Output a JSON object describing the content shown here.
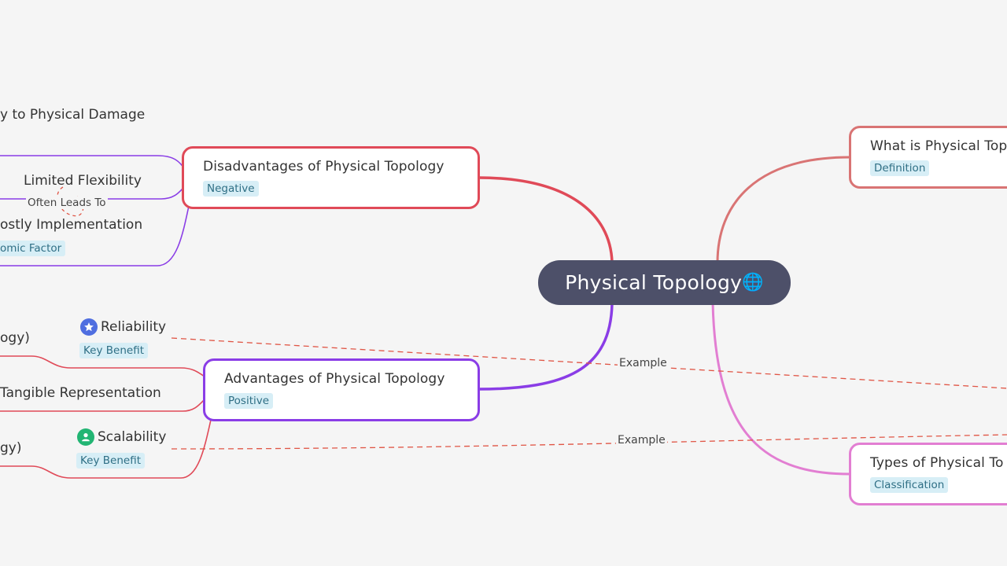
{
  "root": {
    "label": "Physical Topology",
    "emoji": "🌐"
  },
  "nodes": {
    "disadvantages": {
      "title": "Disadvantages of Physical Topology",
      "tag": "Negative"
    },
    "advantages": {
      "title": "Advantages of Physical Topology",
      "tag": "Positive"
    },
    "what_is": {
      "title": "What is Physical Top",
      "tag": "Definition"
    },
    "types": {
      "title": "Types of Physical To",
      "tag": "Classification"
    }
  },
  "leaves": {
    "physical_damage": "y to Physical Damage",
    "limited_flexibility": "Limited Flexibility",
    "costly_implementation": "ostly Implementation",
    "costly_tag": "omic Factor",
    "reliability": "Reliability",
    "reliability_tag": "Key Benefit",
    "ogy_top": "ogy)",
    "tangible": "Tangible Representation",
    "scalability": "Scalability",
    "scalability_tag": "Key Benefit",
    "ogy_bottom": "gy)"
  },
  "edge_labels": {
    "often_leads_to": "Often Leads To",
    "example_1": "Example",
    "example_2": "Example"
  },
  "colors": {
    "root": "#4d5069",
    "disadvantages": "#e04a58",
    "advantages": "#8a3de6",
    "what_is": "#d97474",
    "types": "#e27ed2",
    "cross_link": "#e05545",
    "reliability_icon": "#4f6ee0",
    "scalability_icon": "#22b573"
  },
  "icons": {
    "reliability": "star-badge-icon",
    "scalability": "person-badge-icon"
  }
}
